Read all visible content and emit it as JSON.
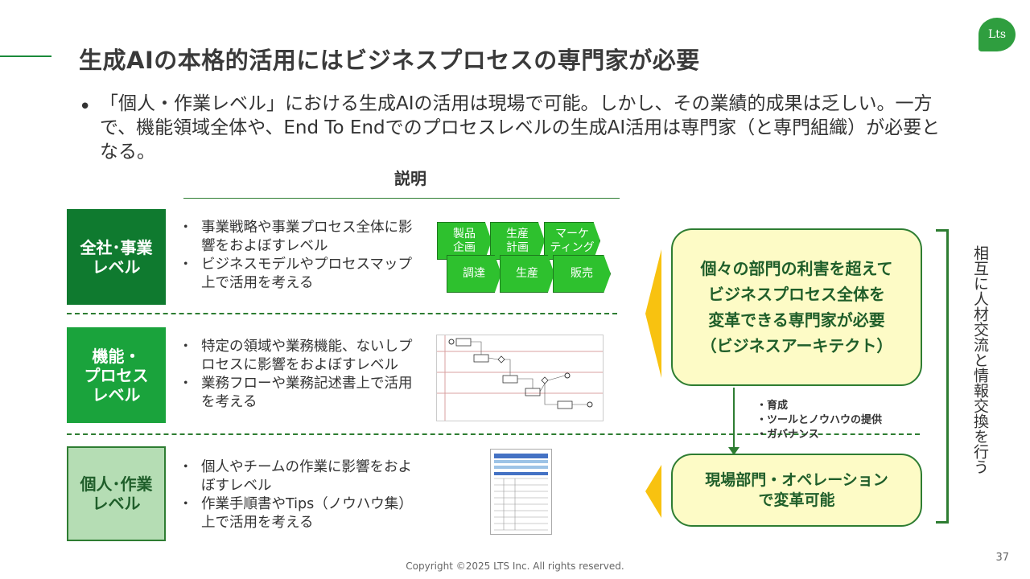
{
  "slide": {
    "title": "生成AIの本格的活用にはビジネスプロセスの専門家が必要",
    "logo_text": "Lts",
    "intro": "「個人・作業レベル」における生成AIの活用は現場で可能。しかし、その業績的成果は乏しい。一方で、機能領域全体や、End To Endでのプロセスレベルの生成AI活用は専門家（と専門組織）が必要となる。",
    "description_header": "説明",
    "levels": [
      {
        "label": "全社･事業\nレベル",
        "bullets": [
          "事業戦略や事業プロセス全体に影響をおよぼすレベル",
          "ビジネスモデルやプロセスマップ上で活用を考える"
        ]
      },
      {
        "label": "機能・\nプロセス\nレベル",
        "bullets": [
          "特定の領域や業務機能、ないしプロセスに影響をおよぼすレベル",
          "業務フローや業務記述書上で活用を考える"
        ]
      },
      {
        "label": "個人･作業\nレベル",
        "bullets": [
          "個人やチームの作業に影響をおよぼすレベル",
          "作業手順書やTips（ノウハウ集）上で活用を考える"
        ]
      }
    ],
    "process_map": {
      "top_row": [
        "製品\n企画",
        "生産\n計画",
        "マーケ\nティング"
      ],
      "bottom_row": [
        "調達",
        "生産",
        "販売"
      ]
    },
    "callout_top": "個々の部門の利害を超えて\nビジネスプロセス全体を\n変革できる専門家が必要\n（ビジネスアーキテクト）",
    "callout_bottom": "現場部門・オペレーション\nで変革可能",
    "support_items": [
      "育成",
      "ツールとノウハウの提供",
      "ガバナンス"
    ],
    "side_text": "相互に人材交流と情報交換を行う",
    "footer": "Copyright ©2025 LTS Inc. All rights reserved.",
    "page_number": "37",
    "colors": {
      "dark_green": "#0f7a2f",
      "mid_green": "#1aa33c",
      "light_green": "#b5ddb4",
      "chevron_green": "#2ec12e",
      "callout_yellow": "#fdfbc6",
      "wedge_yellow": "#f8c210"
    }
  }
}
